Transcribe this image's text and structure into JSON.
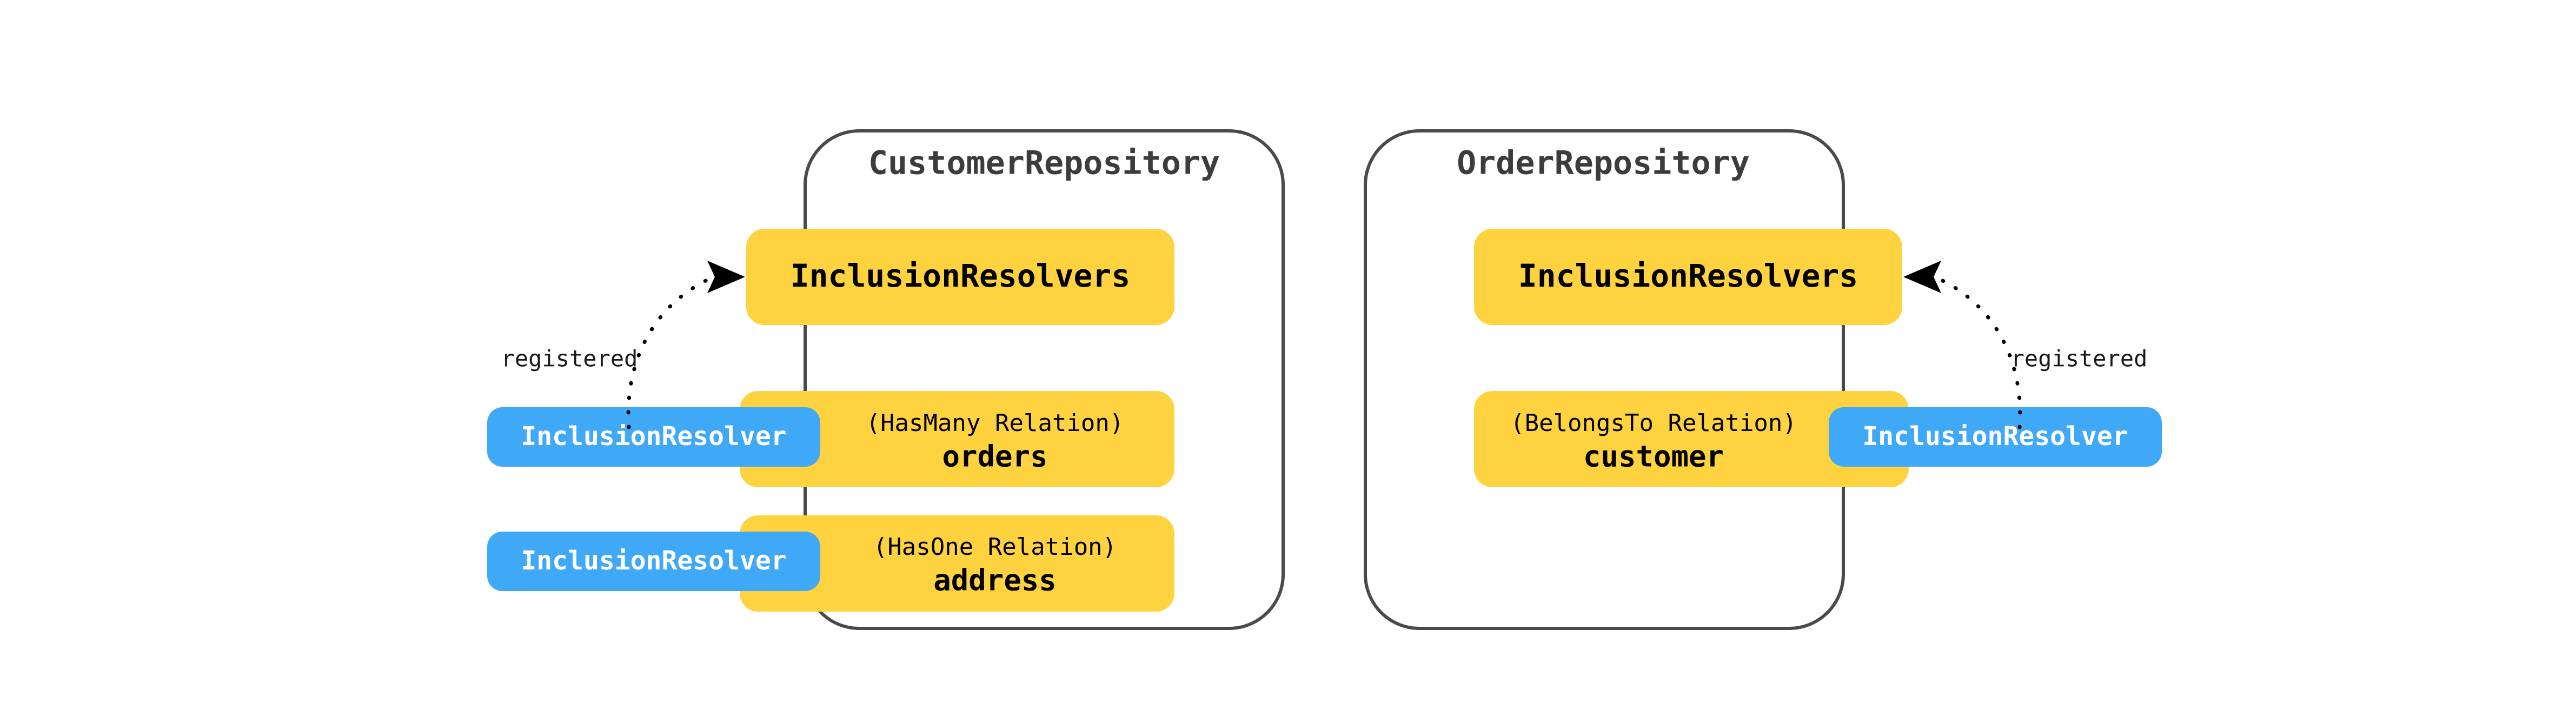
{
  "diagram": {
    "title_semantic": "loopback-inclusion-resolver-registration-diagram",
    "background": "#ffffff",
    "colors": {
      "yellow": "#ffd23f",
      "blue": "#40a9f7",
      "panel_border": "#4a4a4a",
      "text_dark": "#000000",
      "text_light": "#ffffff",
      "title_gray": "#3c3c3c"
    },
    "edge_label": "registered",
    "panels": [
      {
        "id": "customer-repository",
        "title": "CustomerRepository",
        "resolvers_box_label": "InclusionResolvers",
        "side": "left",
        "relations": [
          {
            "kind": "(HasMany Relation)",
            "name": "orders",
            "resolver_label": "InclusionResolver"
          },
          {
            "kind": "(HasOne Relation)",
            "name": "address",
            "resolver_label": "InclusionResolver"
          }
        ]
      },
      {
        "id": "order-repository",
        "title": "OrderRepository",
        "resolvers_box_label": "InclusionResolvers",
        "side": "right",
        "relations": [
          {
            "kind": "(BelongsTo Relation)",
            "name": "customer",
            "resolver_label": "InclusionResolver"
          }
        ]
      }
    ]
  }
}
